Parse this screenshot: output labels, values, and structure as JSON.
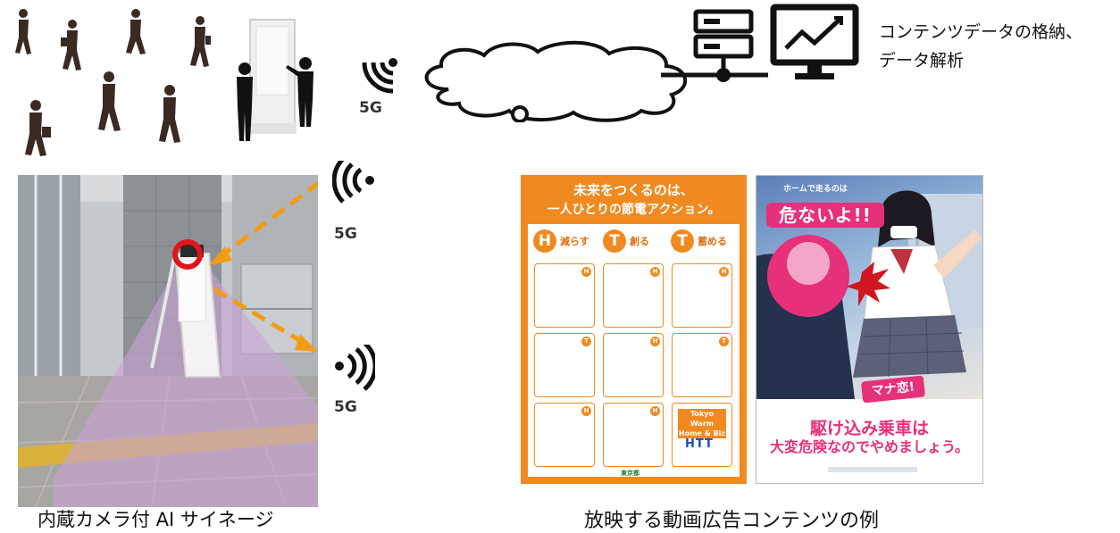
{
  "server_caption": "コンテンツデータの格納、\nデータ解析",
  "server_caption_lines": [
    "コンテンツデータの格納、",
    "データ解析"
  ],
  "signal_labels": [
    "5G",
    "5G",
    "5G"
  ],
  "left_caption": "内蔵カメラ付 AI サイネージ",
  "right_caption": "放映する動画広告コンテンツの例",
  "energy_poster": {
    "headline_lines": [
      "未来をつくるのは、",
      "一人ひとりの節電アクション。"
    ],
    "actions": [
      {
        "badge": "H",
        "label": "減らす"
      },
      {
        "badge": "T",
        "label": "創る"
      },
      {
        "badge": "T",
        "label": "蓄める"
      }
    ],
    "campaign_lines": [
      "Tokyo Warm",
      "Home & Biz"
    ],
    "htt_logo": "HTT",
    "issuer": "東京都"
  },
  "manga_poster": {
    "tagline": "ホームで走るのは",
    "danger_text": "危ないよ!!",
    "series_title": "マナ恋!",
    "warning_lines": [
      "駆け込み乗車は",
      "大変危険なのでやめましょう。"
    ]
  },
  "colors": {
    "accent_orange": "#F39C12",
    "camera_ring": "#E3131B",
    "view_cone": "#C9A3D6",
    "poster_orange": "#F08A20",
    "manga_pink": "#E6307A"
  }
}
